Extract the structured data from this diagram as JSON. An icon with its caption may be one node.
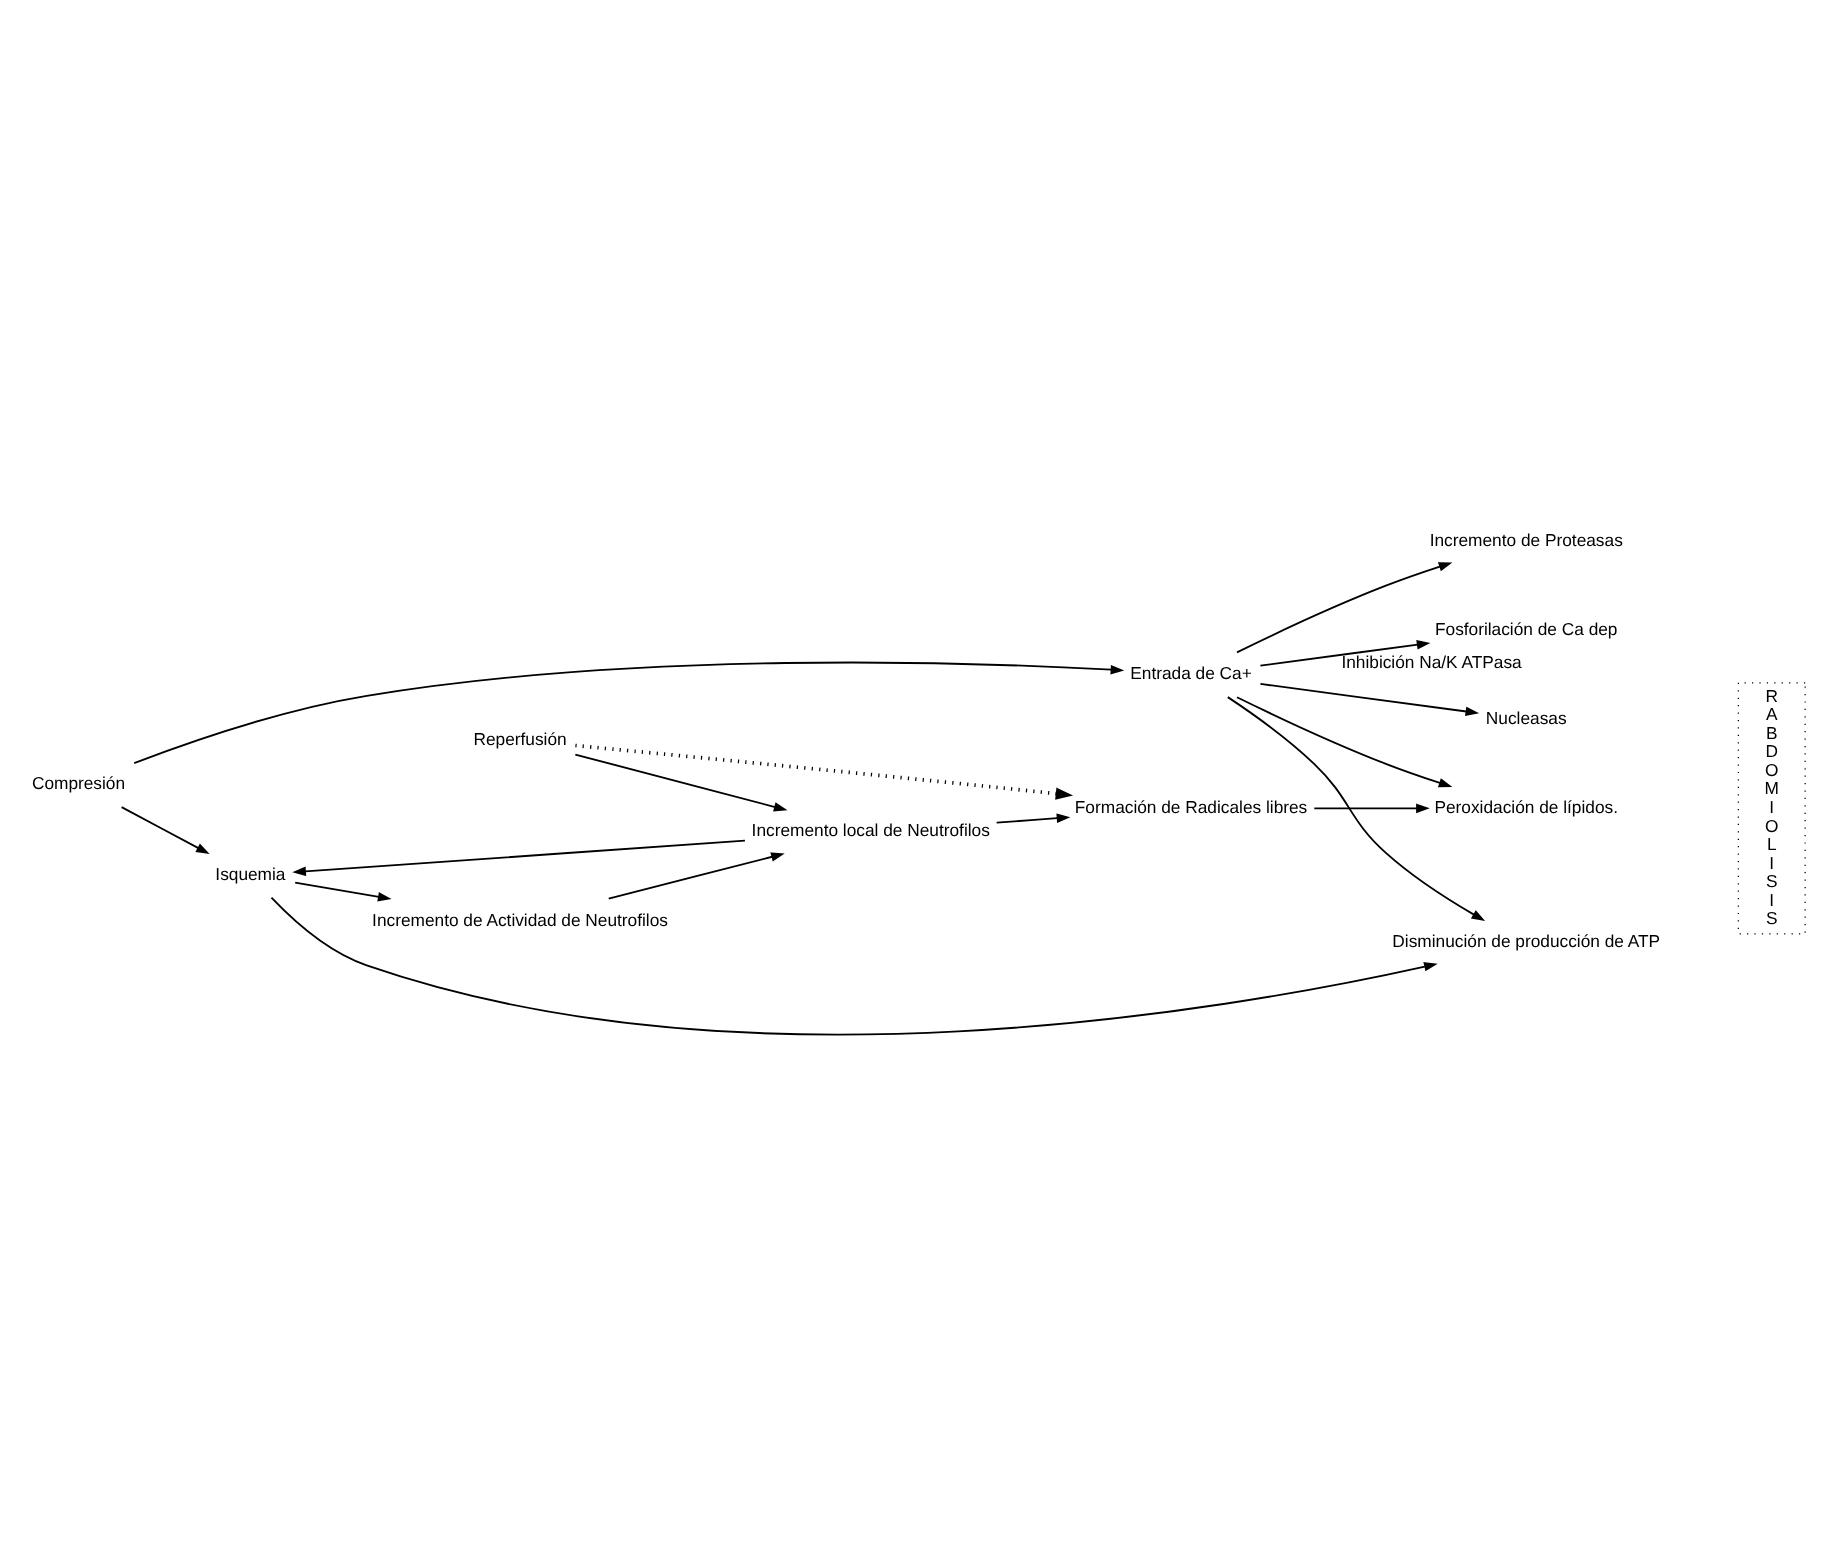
{
  "diagram": {
    "nodes": [
      {
        "text": [
          "Compresión"
        ]
      },
      {
        "text": [
          "Entrada de Ca+"
        ]
      },
      {
        "text": [
          "Disminución de producción de ATP"
        ]
      },
      {
        "text": [
          "Isquemia"
        ]
      },
      {
        "text": [
          "Incremento de Proteasas"
        ]
      },
      {
        "text": [
          "Fosforilación de Ca dep"
        ]
      },
      {
        "text": [
          "Nucleasas"
        ]
      },
      {
        "text": [
          "Peroxidación de lípidos."
        ]
      },
      {
        "text": [
          "RABDOMIOLISIS"
        ]
      },
      {
        "text": [
          "Incremento de Actividad de Neutrofilos"
        ]
      },
      {
        "text": [
          "Reperfusión"
        ]
      },
      {
        "text": [
          "Formación de Radicales libres"
        ]
      },
      {
        "text": [
          "Incremento local de Neutrofilos"
        ]
      }
    ],
    "edges": [
      {
        "from": 0,
        "to": 1,
        "arrow": "to"
      },
      {
        "from": 0,
        "to": 3,
        "arrow": "to"
      },
      {
        "from": 1,
        "to": 2,
        "arrow": "to"
      },
      {
        "from": 3,
        "to": 2,
        "arrow": "to"
      },
      {
        "from": 1,
        "to": 4,
        "arrow": "to"
      },
      {
        "from": 1,
        "to": 5,
        "arrow": "to",
        "label": "Inhibición Na/K ATPasa"
      },
      {
        "from": 1,
        "to": 6,
        "arrow": "to"
      },
      {
        "from": 1,
        "to": 7,
        "arrow": "to"
      },
      {
        "from": 3,
        "to": 9,
        "arrow": "to"
      },
      {
        "from": 12,
        "to": 3,
        "arrow": "to"
      },
      {
        "from": 9,
        "to": 12,
        "arrow": "to"
      },
      {
        "from": 10,
        "to": 11,
        "arrow": "to",
        "style": "dashed"
      },
      {
        "from": 10,
        "to": 12,
        "arrow": "to"
      },
      {
        "from": 12,
        "to": 11,
        "arrow": "to"
      },
      {
        "from": 11,
        "to": 7,
        "arrow": "to"
      }
    ]
  }
}
